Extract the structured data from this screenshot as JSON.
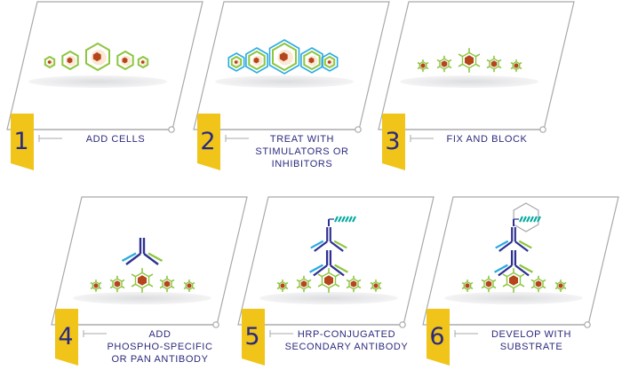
{
  "colors": {
    "frame": "#a7a9ac",
    "label_text": "#2b2a7e",
    "badge": "#f0c419",
    "badge_number": "#2b2a7e",
    "cell_nucleus": "#b5451b",
    "cell_ring": "#8dc63f",
    "cell_inner": "#fbe8d5",
    "stimulator_ring": "#29abe2",
    "antibody_primary": "#2e3192",
    "antibody_secondary_light": "#29abe2",
    "antibody_secondary_green": "#8dc63f",
    "hrp_tag": "#00a99d",
    "shadow": "#e6e7e8"
  },
  "steps": [
    {
      "number": "1",
      "label_lines": [
        "ADD CELLS"
      ]
    },
    {
      "number": "2",
      "label_lines": [
        "TREAT WITH",
        "STIMULATORS OR",
        "INHIBITORS"
      ]
    },
    {
      "number": "3",
      "label_lines": [
        "FIX AND BLOCK"
      ]
    },
    {
      "number": "4",
      "label_lines": [
        "ADD",
        "PHOSPHO-SPECIFIC",
        "OR PAN ANTIBODY"
      ]
    },
    {
      "number": "5",
      "label_lines": [
        "HRP-CONJUGATED",
        "SECONDARY ANTIBODY"
      ]
    },
    {
      "number": "6",
      "label_lines": [
        "DEVELOP WITH",
        "SUBSTRATE"
      ]
    }
  ]
}
